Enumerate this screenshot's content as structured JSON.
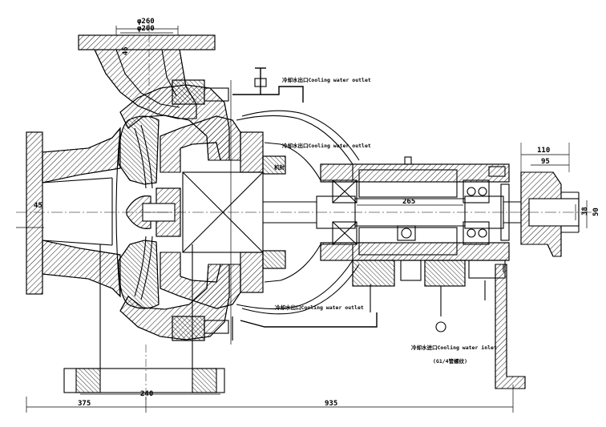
{
  "drawing": {
    "dimensions": {
      "outlet_outer_dia": "φ260",
      "outlet_inner_dia": "φ200",
      "outlet_angle": "45",
      "inlet_offset": "45",
      "bearing_span": "265",
      "shaft_extension": "110",
      "coupling_length": "95",
      "shaft_dia_a": "38",
      "shaft_dia_b": "50",
      "base_foot": "240",
      "inlet_to_foot": "375",
      "overall_length": "935"
    },
    "notes": {
      "cooling_outlet_upper": "冷却水出口Cooling water outlet",
      "cooling_outlet_mid": "冷却水出口Cooling water outlet",
      "cooling_outlet_lower": "冷却水出口Cooling water outlet",
      "cooling_inlet": "冷却水进口Cooling water inlet",
      "cooling_inlet_spec": "(G1/4管螺纹)",
      "seal_label": "机封"
    }
  }
}
